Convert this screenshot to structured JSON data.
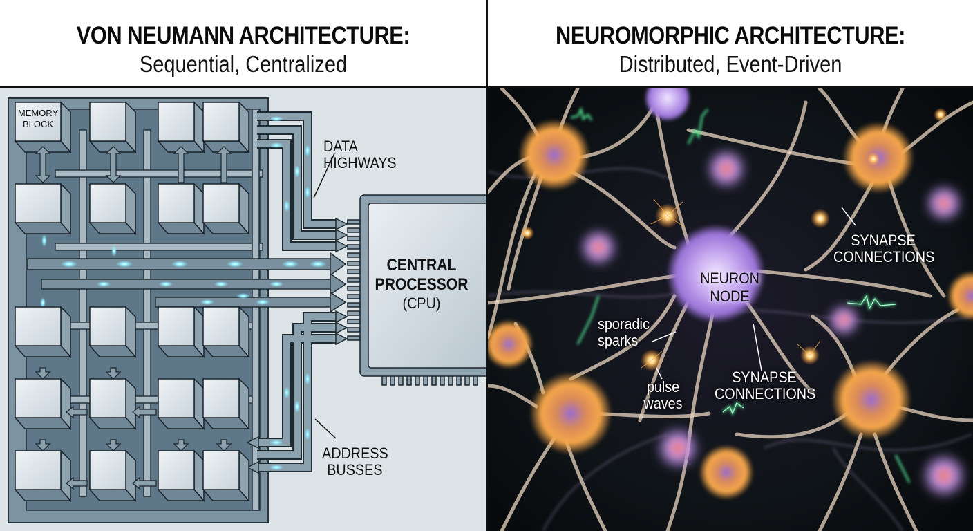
{
  "left_panel": {
    "title": "VON NEUMANN ARCHITECTURE:",
    "subtitle": "Sequential, Centralized",
    "labels": {
      "memory_block": [
        "MEMORY",
        "BLOCK"
      ],
      "data_highways": [
        "DATA",
        "HIGHWAYS"
      ],
      "cpu": [
        "CENTRAL",
        "PROCESSOR",
        "(CPU)"
      ],
      "address_busses": [
        "ADDRESS",
        "BUSSES"
      ]
    },
    "grid": {
      "rows": 5,
      "cols": 4
    },
    "colors": {
      "background": "#dde4e8",
      "board": "#6f8898",
      "block_face": "#dfe6eb",
      "block_side": "#8fa3b1",
      "bus": "#8ea2af",
      "glow": "#7fe6ff",
      "outline": "#1a2229"
    }
  },
  "right_panel": {
    "title": "NEUROMORPHIC ARCHITECTURE:",
    "subtitle": "Distributed, Event-Driven",
    "labels": {
      "neuron_node": [
        "NEURON",
        "NODE"
      ],
      "synapse_connections_top": [
        "SYNAPSE",
        "CONNECTIONS"
      ],
      "synapse_connections_bottom": [
        "SYNAPSE",
        "CONNECTIONS"
      ],
      "sporadic_sparks": [
        "sporadic",
        "sparks"
      ],
      "pulse_waves": [
        "pulse",
        "waves"
      ]
    },
    "colors": {
      "background": "#0a0c0f",
      "neuron_orange": "#f5a64a",
      "neuron_purple": "#b494e6",
      "spark": "#ffd27a",
      "pulse_green": "#52f09a"
    }
  }
}
